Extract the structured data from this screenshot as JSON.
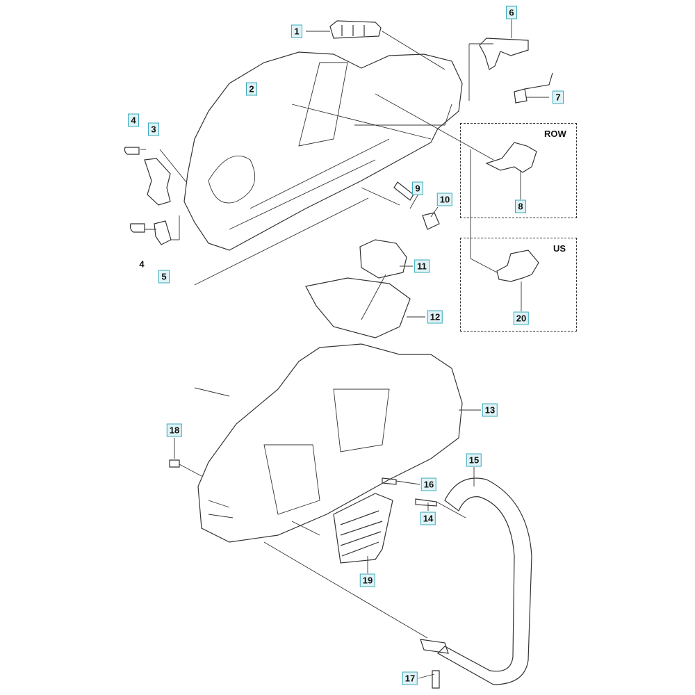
{
  "diagram": {
    "variants": [
      {
        "id": "row",
        "title": "ROW",
        "part": "8"
      },
      {
        "id": "us",
        "title": "US",
        "part": "20"
      }
    ],
    "callouts": {
      "p1": "1",
      "p2": "2",
      "p3": "3",
      "p4a": "4",
      "p4b": "4",
      "p5": "5",
      "p6": "6",
      "p7": "7",
      "p8": "8",
      "p9": "9",
      "p10": "10",
      "p11": "11",
      "p12": "12",
      "p13": "13",
      "p14": "14",
      "p15": "15",
      "p16": "16",
      "p17": "17",
      "p18": "18",
      "p19": "19",
      "p20": "20"
    },
    "colors": {
      "label_fill": "#dff3f6",
      "label_border": "#3aaabb",
      "line": "#333333"
    }
  }
}
